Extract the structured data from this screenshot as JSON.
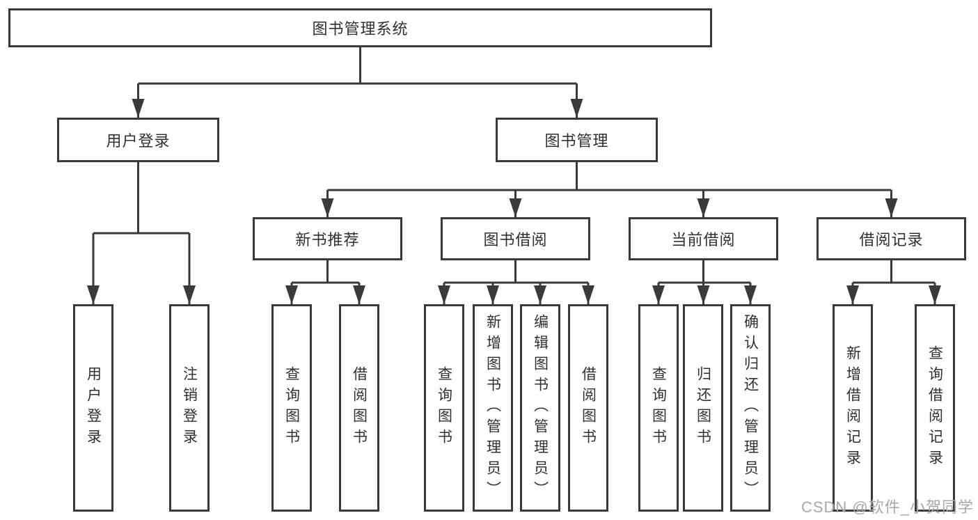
{
  "colors": {
    "line": "#3a3a3a",
    "box_border": "#3a3a3a",
    "text": "#303030",
    "watermark": "#a8a8a8",
    "background": "#ffffff"
  },
  "tree": {
    "root": "图书管理系统",
    "branches": [
      {
        "label": "用户登录",
        "children": [
          "用户登录",
          "注销登录"
        ]
      },
      {
        "label": "图书管理",
        "children": [
          {
            "label": "新书推荐",
            "children": [
              "查询图书",
              "借阅图书"
            ]
          },
          {
            "label": "图书借阅",
            "children": [
              "查询图书",
              "新增图书（管理员）",
              "编辑图书（管理员）",
              "借阅图书"
            ]
          },
          {
            "label": "当前借阅",
            "children": [
              "查询图书",
              "归还图书",
              "确认归还（管理员）"
            ]
          },
          {
            "label": "借阅记录",
            "children": [
              "新增借阅记录",
              "查询借阅记录"
            ]
          }
        ]
      }
    ]
  },
  "watermark": "CSDN @软件_小贺同学"
}
